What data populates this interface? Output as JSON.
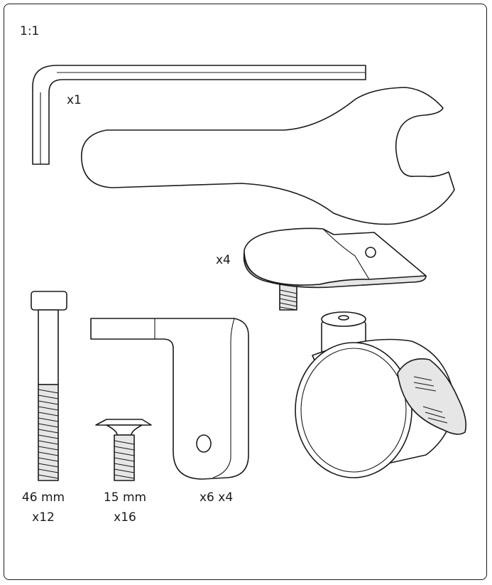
{
  "scale": "1:1",
  "parts": {
    "allen_key": {
      "qty": "x1"
    },
    "wrench": {
      "qty": ""
    },
    "glide_foot": {
      "qty": "x4"
    },
    "long_bolt": {
      "length": "46 mm",
      "qty": "x12"
    },
    "short_bolt": {
      "length": "15 mm",
      "qty": "x16"
    },
    "l_bracket": {
      "qty": "x6 x4"
    },
    "caster_wheel": {
      "qty": ""
    }
  },
  "colors": {
    "stroke": "#1a1a1a",
    "shade": "#e6e6e6",
    "background": "#ffffff"
  }
}
